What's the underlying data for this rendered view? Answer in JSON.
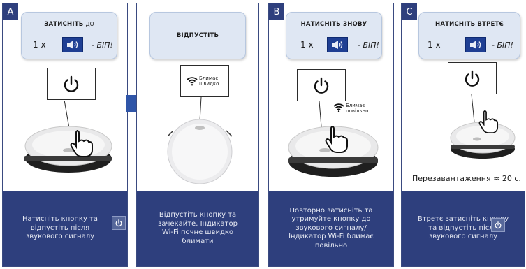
{
  "panels": [
    {
      "id": "A",
      "letter": "A",
      "title_bold": "ЗАТИСНІТЬ",
      "title_small": "ДО",
      "count": "1 x",
      "beep": "- БІП!",
      "footer": "Натисніть кнопку та відпустіть після звукового сигналу"
    },
    {
      "id": "release",
      "title_bold": "ВІДПУСТІТЬ",
      "wifi_label": "Блимає швидко",
      "footer": "Відпустіть кнопку та зачекайте. Індикатор Wi-Fi почне швидко блимати"
    },
    {
      "id": "B",
      "letter": "B",
      "title_bold": "НАТИСНІТЬ ЗНОВУ",
      "count": "1 x",
      "beep": "- БІП!",
      "wifi_label": "Блимає повільно",
      "footer": "Повторно затисніть та утримуйте кнопку до звукового сигналу/ Індикатор Wi-Fi блимає повільно"
    },
    {
      "id": "C",
      "letter": "C",
      "title_bold": "НАТИСНІТЬ ВТРЕТЄ",
      "count": "1 x",
      "beep": "- БІП!",
      "reboot": "Перезавантаження ≈ 20 с.",
      "footer": "Втретє затисніть кнопку та відпустіть після звукового сигналу"
    }
  ],
  "icons": {
    "speaker": "speaker-icon",
    "power": "power-icon",
    "wifi": "wifi-icon",
    "hand": "hand-pointer-icon",
    "arrow": "arrow-right-icon"
  },
  "colors": {
    "navy": "#2e3f7d",
    "callout_bg": "#dfe7f3",
    "speaker_btn": "#1f3f93",
    "arrow": "#2f55a8"
  }
}
